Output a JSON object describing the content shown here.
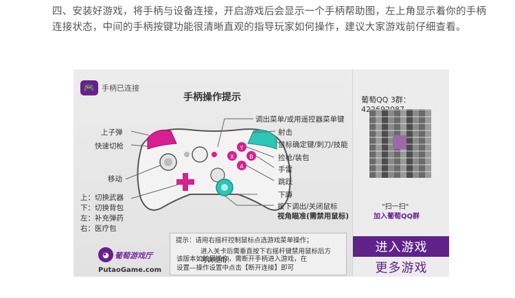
{
  "article": {
    "paragraph": "四、安装好游戏，将手柄与设备连接，开启游戏后会显示一个手柄帮助图，左上角显示着你的手柄连接状态，中间的手柄按键功能很清晰直观的指导玩家如何操作，建议大家游戏前仔细查看。"
  },
  "screen": {
    "status_text": "手柄已连接",
    "title": "手柄操作提示",
    "labels": {
      "menu": "调出菜单/或用遥控器菜单键",
      "shoot": "射击",
      "aim": "鼠标确定键/刺刀/技能",
      "pickup": "捡枪/装包",
      "grenade": "手雷",
      "jump": "跳跃",
      "crouch": "下蹲",
      "mouse_line1": "按下调出/关闭鼠标",
      "mouse_line2": "视角瞄准(需禁用鼠标)",
      "upper_bullet": "上子弹",
      "quick_switch": "快速切枪",
      "move": "移动",
      "dpad_up": "上：切换武器",
      "dpad_down": "下：切换背包",
      "dpad_left": "左：补充弹药",
      "dpad_right": "右：医疗包"
    },
    "face_buttons": {
      "y": "Y",
      "b": "B",
      "x": "X",
      "a": "A"
    },
    "tips": [
      "提示：请用右摇杆控制鼠标点选游戏菜单操作；",
      "进入关卡后需垂直按下右摇杆键禁用鼠标后方",
      "可调视角！",
      "该版本如触屏操作，需断开手柄进入游戏，在",
      "设置—操作设置中点击【断开连接】即可"
    ],
    "logo_text": "葡萄游戏厅",
    "logo_url": "PutaoGame.com",
    "qq_group": "葡萄QQ 3群：422692087",
    "scan_text": "\"扫一扫\"",
    "scan_join": "加入葡萄QQ群",
    "enter_button": "进入游戏",
    "more_button": "更多游戏"
  },
  "colors": {
    "accent_purple": "#5e2288",
    "bumper_magenta": "#d81f8f",
    "bumper_teal": "#2ec4b6"
  }
}
